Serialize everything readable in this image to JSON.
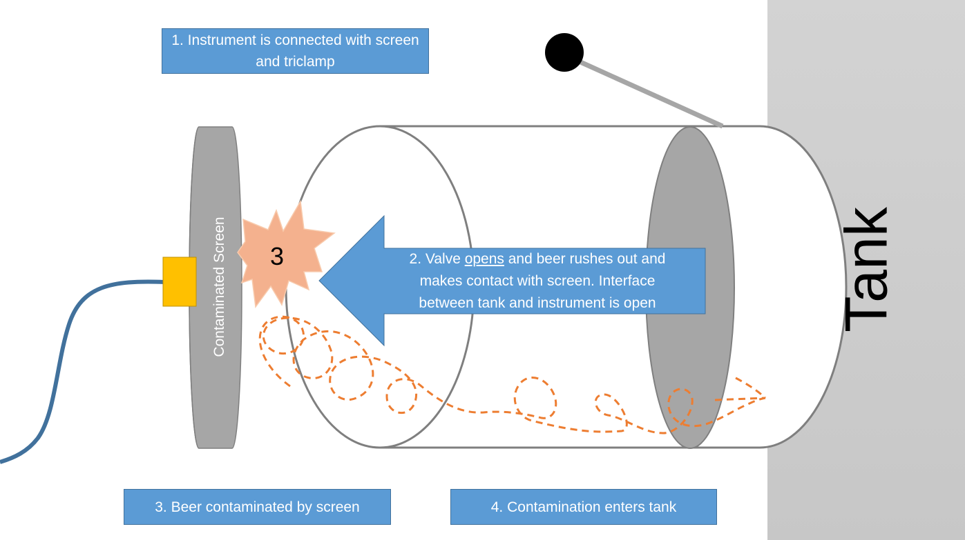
{
  "labels": {
    "step1": "1. Instrument is connected with screen and triclamp",
    "step2_parts": [
      "2. Valve ",
      "opens",
      " and beer rushes out and",
      "makes contact with screen.  Interface",
      "between tank and instrument is open"
    ],
    "step3": "3. Beer contaminated by screen",
    "step4": "4. Contamination enters tank",
    "screen": "Contaminated Screen",
    "tank": "Tank",
    "burst": "3"
  },
  "colors": {
    "callout_fill": "#5b9bd5",
    "tank_wall": "#cfcfcf",
    "screen_fill": "#a6a6a6",
    "clamp": "#ffc000",
    "hose": "#41719c",
    "burst_fill": "#f4b18e",
    "contamination_path": "#ed7d31",
    "valve_knob": "#000000"
  }
}
